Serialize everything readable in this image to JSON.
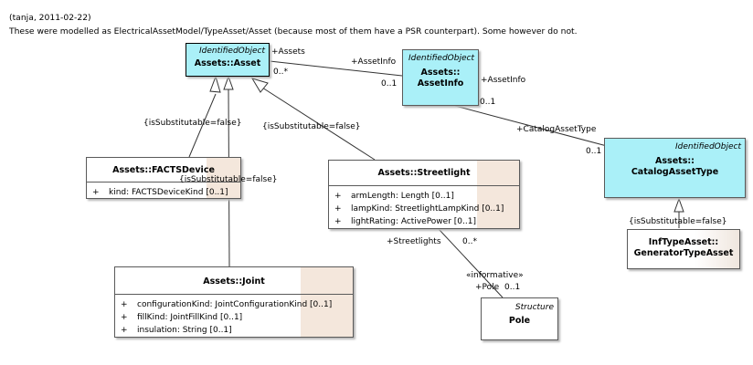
{
  "note": {
    "line1": "(tanja, 2011-02-22)",
    "line2": "These were modelled as ElectricalAssetModel/TypeAsset/Asset (because most of them have a PSR counterpart). Some however do not."
  },
  "classes": {
    "asset": {
      "stereotype": "IdentifiedObject",
      "name": "Assets::Asset"
    },
    "asset_info": {
      "stereotype": "IdentifiedObject",
      "name_line1": "Assets::",
      "name_line2": "AssetInfo"
    },
    "catalog_asset_type": {
      "stereotype": "IdentifiedObject",
      "name_line1": "Assets::",
      "name_line2": "CatalogAssetType"
    },
    "gen_type_asset": {
      "name_line1": "InfTypeAsset::",
      "name_line2": "GeneratorTypeAsset"
    },
    "facts_device": {
      "name": "Assets::FACTSDevice",
      "attributes": [
        {
          "vis": "+",
          "text": "kind: FACTSDeviceKind [0..1]"
        }
      ]
    },
    "streetlight": {
      "name": "Assets::Streetlight",
      "attributes": [
        {
          "vis": "+",
          "text": "armLength: Length [0..1]"
        },
        {
          "vis": "+",
          "text": "lampKind: StreetlightLampKind [0..1]"
        },
        {
          "vis": "+",
          "text": "lightRating: ActivePower [0..1]"
        }
      ]
    },
    "joint": {
      "name": "Assets::Joint",
      "attributes": [
        {
          "vis": "+",
          "text": "configurationKind: JointConfigurationKind [0..1]"
        },
        {
          "vis": "+",
          "text": "fillKind: JointFillKind [0..1]"
        },
        {
          "vis": "+",
          "text": "insulation: String [0..1]"
        }
      ]
    },
    "pole": {
      "stereotype": "Structure",
      "name": "Pole"
    }
  },
  "labels": {
    "assets_role": "+Assets",
    "assets_mult": "0..*",
    "assetinfo_role": "+AssetInfo",
    "assetinfo_mult": "0..1",
    "assetinfo_role2": "+AssetInfo",
    "assetinfo_mult2": "0..1",
    "catalog_role": "+CatalogAssetType",
    "catalog_mult": "0..1",
    "subst_facts": "{isSubstitutable=false}",
    "subst_joint": "{isSubstitutable=false}",
    "subst_streetlight": "{isSubstitutable=false}",
    "subst_gen": "{isSubstitutable=false}",
    "streetlights_role": "+Streetlights",
    "streetlights_mult": "0..*",
    "informative": "«informative»",
    "pole_role": "+Pole",
    "pole_mult": "0..1"
  }
}
